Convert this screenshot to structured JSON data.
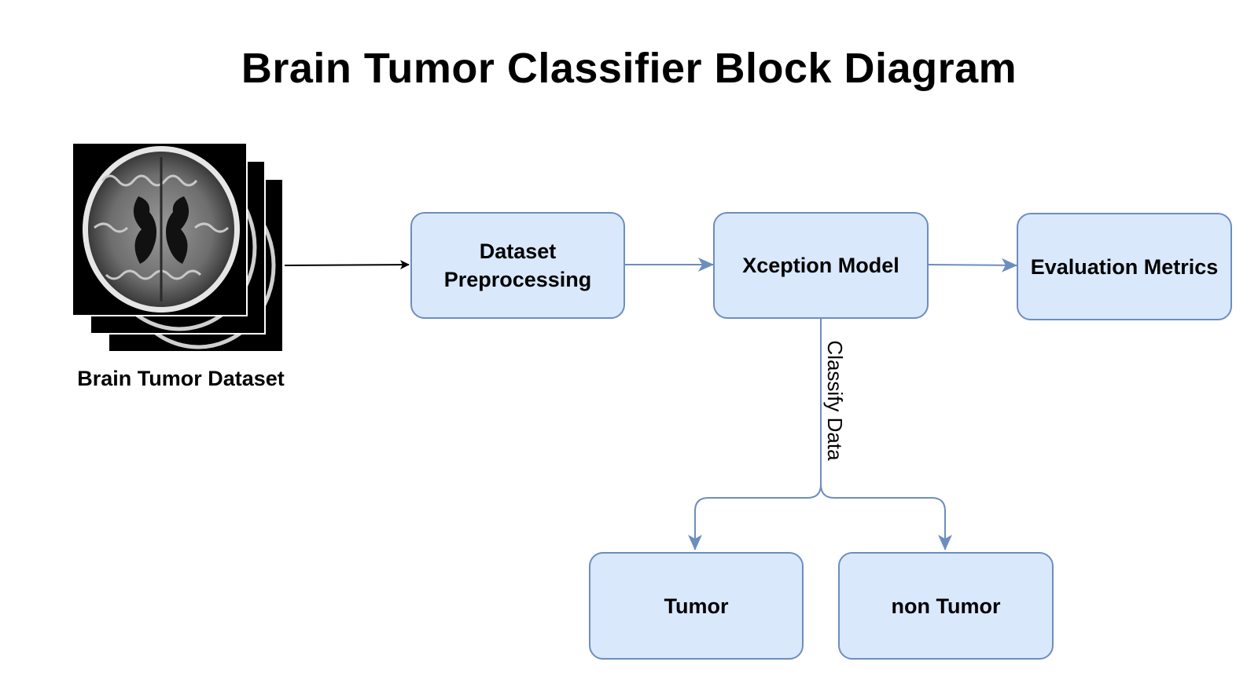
{
  "title": "Brain Tumor Classifier Block Diagram",
  "colors": {
    "box_fill": "#dae8fc",
    "box_stroke": "#6c8ebf",
    "connector_blue": "#6c8ebf",
    "connector_black": "#000000",
    "scan_background": "#000000"
  },
  "dataset": {
    "label": "Brain Tumor Dataset",
    "icon": "stacked-mri-brain-scans"
  },
  "nodes": {
    "preprocessing": {
      "line1": "Dataset",
      "line2": "Preprocessing"
    },
    "model": {
      "label": "Xception Model"
    },
    "evaluation": {
      "label": "Evaluation Metrics"
    },
    "tumor": {
      "label": "Tumor"
    },
    "non_tumor": {
      "label": "non Tumor"
    }
  },
  "edges": {
    "classify_label": "Classify Data"
  }
}
